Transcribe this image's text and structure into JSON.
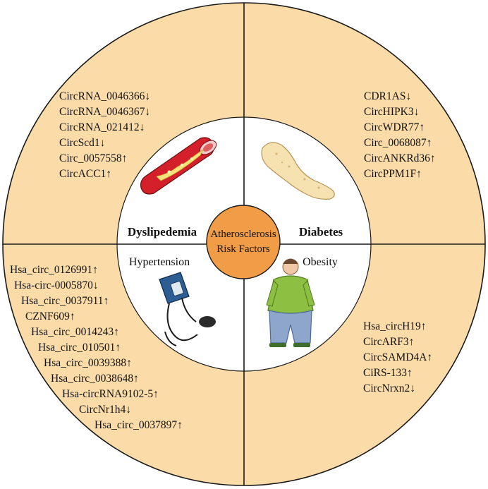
{
  "center": {
    "line1": "Atherosclerosis",
    "line2": "Risk Factors"
  },
  "quadrants": {
    "dyslipidemia": {
      "title": "Dyslipedemia",
      "icon": "artery-plaque-icon",
      "items": [
        "CircRNA_0046366↓",
        "CircRNA_0046367↓",
        "CircRNA_021412↓",
        "CircScd1↓",
        "Circ_0057558↑",
        "CircACC1↑"
      ]
    },
    "diabetes": {
      "title": "Diabetes",
      "icon": "pancreas-icon",
      "items": [
        "CDR1AS↓",
        "CircHIPK3↓",
        "CircWDR77↑",
        "Circ_0068087↑",
        "CircANKRd36↑",
        "CircPPM1F↑"
      ]
    },
    "hypertension": {
      "title": "Hypertension",
      "icon": "blood-pressure-cuff-icon",
      "items": [
        "Hsa_circ_0126991↑",
        "Hsa-circ-0005870↓",
        "Hsa_circ_0037911↑",
        "CZNF609↑",
        "Hsa_circ_0014243↑",
        "Hsa_circ_010501↑",
        "Hsa_circ_0039388↑",
        "Hsa_circ_0038648↑",
        "Hsa-circRNA9102-5↑",
        "CircNr1h4↓",
        "Hsa_circ_0037897↑"
      ]
    },
    "obesity": {
      "title": "Obesity",
      "icon": "obese-person-icon",
      "items": [
        "Hsa_circH19↑",
        "CircARF3↑",
        "CircSAMD4A↑",
        "CiRS-133↑",
        "CircNrxn2↓"
      ]
    }
  },
  "colors": {
    "outer_ring": "#fbdca8",
    "center_circle": "#f19c46",
    "divider": "#1a1a1a",
    "artery": "#d3202a",
    "pancreas": "#f6e2b0",
    "shirt": "#8dbf43",
    "pants": "#8ea6cc"
  }
}
